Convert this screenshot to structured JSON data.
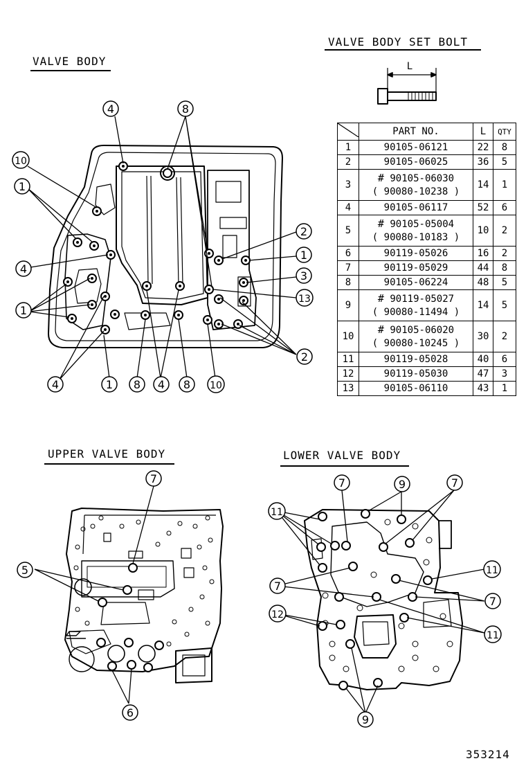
{
  "titles": {
    "valve_body": "VALVE BODY",
    "set_bolt": "VALVE BODY SET BOLT",
    "upper": "UPPER VALVE BODY",
    "lower": "LOWER VALVE BODY",
    "bolt_dim": "L"
  },
  "table": {
    "headers": {
      "part_no": "PART NO.",
      "l": "L",
      "qty": "QTY"
    },
    "rows": [
      {
        "no": "1",
        "part": "90105-06121",
        "alt": "",
        "l": "22",
        "qty": "8",
        "hash": ""
      },
      {
        "no": "2",
        "part": "90105-06025",
        "alt": "",
        "l": "36",
        "qty": "5",
        "hash": ""
      },
      {
        "no": "3",
        "part": "90105-06030",
        "alt": "( 90080-10238 )",
        "l": "14",
        "qty": "1",
        "hash": "#"
      },
      {
        "no": "4",
        "part": "90105-06117",
        "alt": "",
        "l": "52",
        "qty": "6",
        "hash": ""
      },
      {
        "no": "5",
        "part": "90105-05004",
        "alt": "( 90080-10183 )",
        "l": "10",
        "qty": "2",
        "hash": "#"
      },
      {
        "no": "6",
        "part": "90119-05026",
        "alt": "",
        "l": "16",
        "qty": "2",
        "hash": ""
      },
      {
        "no": "7",
        "part": "90119-05029",
        "alt": "",
        "l": "44",
        "qty": "8",
        "hash": ""
      },
      {
        "no": "8",
        "part": "90105-06224",
        "alt": "",
        "l": "48",
        "qty": "5",
        "hash": ""
      },
      {
        "no": "9",
        "part": "90119-05027",
        "alt": "( 90080-11494 )",
        "l": "14",
        "qty": "5",
        "hash": "#"
      },
      {
        "no": "10",
        "part": "90105-06020",
        "alt": "( 90080-10245 )",
        "l": "30",
        "qty": "2",
        "hash": "#"
      },
      {
        "no": "11",
        "part": "90119-05028",
        "alt": "",
        "l": "40",
        "qty": "6",
        "hash": ""
      },
      {
        "no": "12",
        "part": "90119-05030",
        "alt": "",
        "l": "47",
        "qty": "3",
        "hash": ""
      },
      {
        "no": "13",
        "part": "90105-06110",
        "alt": "",
        "l": "43",
        "qty": "1",
        "hash": ""
      }
    ]
  },
  "callouts": {
    "valve_body": [
      "4",
      "8",
      "10",
      "1",
      "4",
      "1",
      "2",
      "1",
      "3",
      "13",
      "2",
      "4",
      "1",
      "8",
      "4",
      "8",
      "10"
    ],
    "upper": [
      "7",
      "5",
      "6"
    ],
    "lower": [
      "7",
      "9",
      "7",
      "11",
      "11",
      "7",
      "7",
      "12",
      "11",
      "9"
    ]
  },
  "figure_number": "353214"
}
